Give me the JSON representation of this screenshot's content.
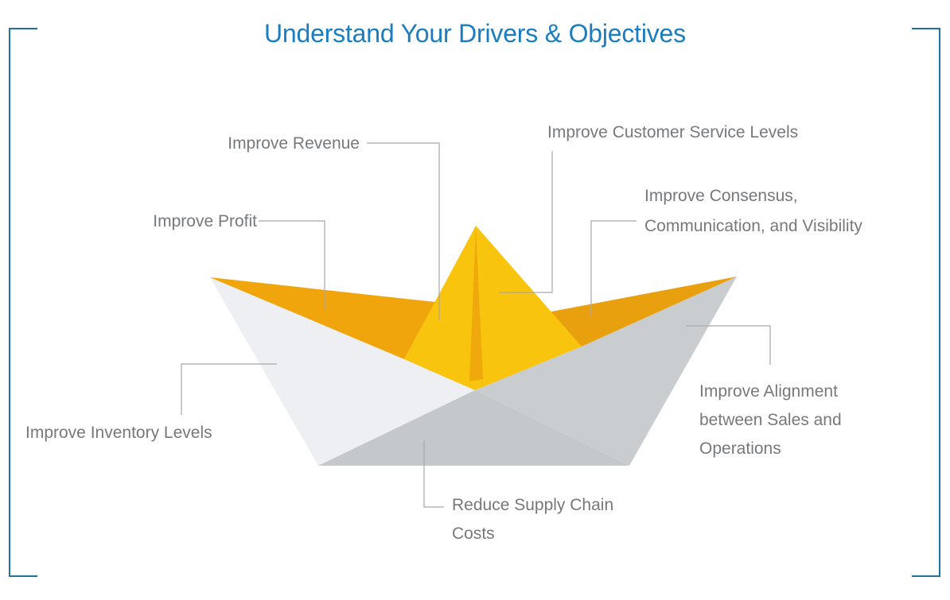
{
  "title": {
    "text": "Understand Your Drivers & Objectives"
  },
  "colors": {
    "title_blue": "#1b7dc1",
    "frame_blue": "#21719e",
    "connector_gray": "#a8a8a8",
    "label_gray": "#77787b",
    "sail_yellow": "#f8c40d",
    "sail_fold_yellow": "#efa90d",
    "left_wing_orange": "#efa50b",
    "right_wing_orange": "#e8a00f",
    "left_hull_gray": "#edeff2",
    "right_hull_gray": "#c9cdd0",
    "bottom_hull_gray": "#c4c8cb"
  },
  "labels": {
    "revenue": {
      "lines": [
        "Improve Revenue"
      ]
    },
    "profit": {
      "lines": [
        "Improve Profit"
      ]
    },
    "customer_service": {
      "lines": [
        "Improve Customer Service Levels"
      ]
    },
    "consensus": {
      "lines": [
        "Improve Consensus,",
        "Communication, and Visibility"
      ]
    },
    "inventory": {
      "lines": [
        "Improve Inventory Levels"
      ]
    },
    "alignment": {
      "lines": [
        "Improve Alignment",
        "between Sales and",
        "Operations"
      ]
    },
    "supply_chain": {
      "lines": [
        "Reduce Supply Chain",
        "Costs"
      ]
    }
  }
}
